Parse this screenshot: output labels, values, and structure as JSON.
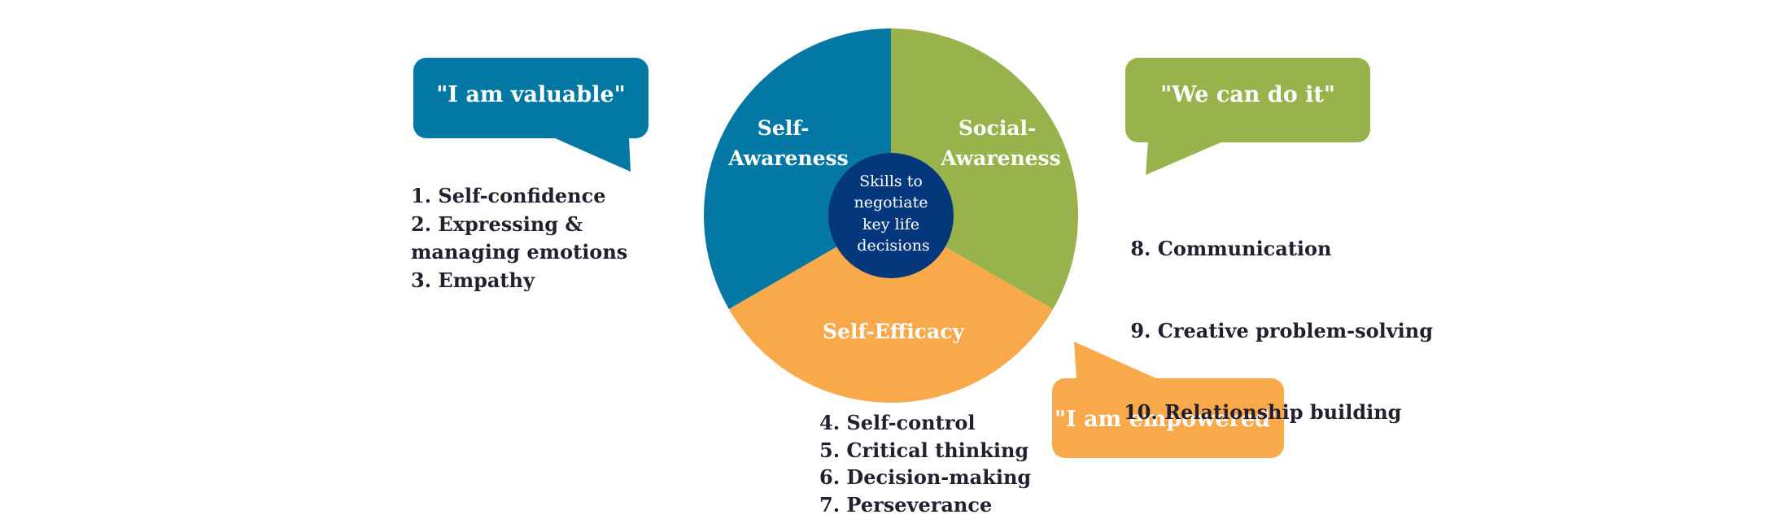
{
  "colors": {
    "self_awareness": "#0378a4",
    "social_awareness": "#98b24c",
    "self_efficacy": "#f9a84a",
    "center": "#05377c",
    "list_text": "#231f2e"
  },
  "center": {
    "lines": [
      "Skills to",
      "negotiate",
      "key life",
      "decisions"
    ]
  },
  "segments": [
    {
      "id": "self-awareness",
      "lines": [
        "Self-",
        "Awareness"
      ],
      "color_key": "self_awareness"
    },
    {
      "id": "social-awareness",
      "lines": [
        "Social-",
        "Awareness"
      ],
      "color_key": "social_awareness"
    },
    {
      "id": "self-efficacy",
      "lines": [
        "Self-Efficacy"
      ],
      "color_key": "self_efficacy"
    }
  ],
  "bubbles": {
    "valuable": "\"I am valuable\"",
    "we_can": "\"We can do it\"",
    "empowered": "\"I am empowered\""
  },
  "lists": {
    "self_awareness": [
      "1. Self-confidence",
      "2. Expressing &",
      "managing emotions",
      "3. Empathy"
    ],
    "self_efficacy": [
      "4. Self-control",
      "5. Critical thinking",
      "6. Decision-making",
      "7. Perseverance"
    ],
    "social_awareness": [
      " 8. Communication",
      " 9. Creative problem-solving",
      "10. Relationship building"
    ]
  }
}
